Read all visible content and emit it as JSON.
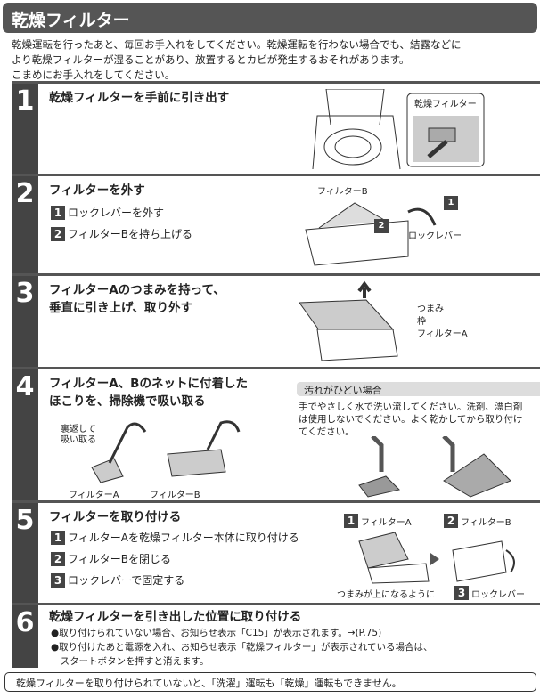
{
  "title": "乾燥フィルター",
  "intro": [
    "乾燥運転を行ったあと、毎回お手入れをしてください。乾燥運転を行わない場合でも、結露などに",
    "より乾燥フィルターが湿ることがあり、放置するとカビが発生するおそれがあります。",
    "こまめにお手入れをしてください。"
  ],
  "steps": [
    {
      "num": "1",
      "heading": "乾燥フィルターを手前に引き出す",
      "labels": [
        "乾燥フィルター"
      ]
    },
    {
      "num": "2",
      "heading": "フィルターを外す",
      "subs": [
        {
          "n": "1",
          "t": "ロックレバーを外す"
        },
        {
          "n": "2",
          "t": "フィルターBを持ち上げる"
        }
      ],
      "labels": [
        "フィルターB",
        "ロックレバー",
        "1",
        "2"
      ]
    },
    {
      "num": "3",
      "heading": [
        "フィルターAのつまみを持って、",
        "垂直に引き上げ、取り外す"
      ],
      "labels": [
        "つまみ",
        "枠",
        "フィルターA"
      ]
    },
    {
      "num": "4",
      "heading": [
        "フィルターA、Bのネットに付着した",
        "ほこりを、掃除機で吸い取る"
      ],
      "labels": [
        "裏返して",
        "吸い取る",
        "フィルターA",
        "フィルターB"
      ],
      "box_title": "汚れがひどい場合",
      "box_text": [
        "手でやさしく水で洗い流してください。洗剤、漂白剤",
        "は使用しないでください。よく乾かしてから取り付け",
        "てください。"
      ]
    },
    {
      "num": "5",
      "heading": "フィルターを取り付ける",
      "subs": [
        {
          "n": "1",
          "t": "フィルターAを乾燥フィルター本体に取り付ける"
        },
        {
          "n": "2",
          "t": "フィルターBを閉じる"
        },
        {
          "n": "3",
          "t": "ロックレバーで固定する"
        }
      ],
      "labels": [
        "1",
        "フィルターA",
        "2",
        "フィルターB",
        "つまみが上になるように",
        "3",
        "ロックレバー"
      ]
    },
    {
      "num": "6",
      "heading": "乾燥フィルターを引き出した位置に取り付ける",
      "bullets": [
        "●取り付けられていない場合、お知らせ表示「C15」が表示されます。→(P.75)",
        "●取り付けたあと電源を入れ、お知らせ表示「乾燥フィルター」が表示されている場合は、",
        "　スタートボタンを押すと消えます。"
      ]
    }
  ],
  "note": "乾燥フィルターを取り付けられていないと、「洗濯」運転も「乾燥」運転もできません。"
}
